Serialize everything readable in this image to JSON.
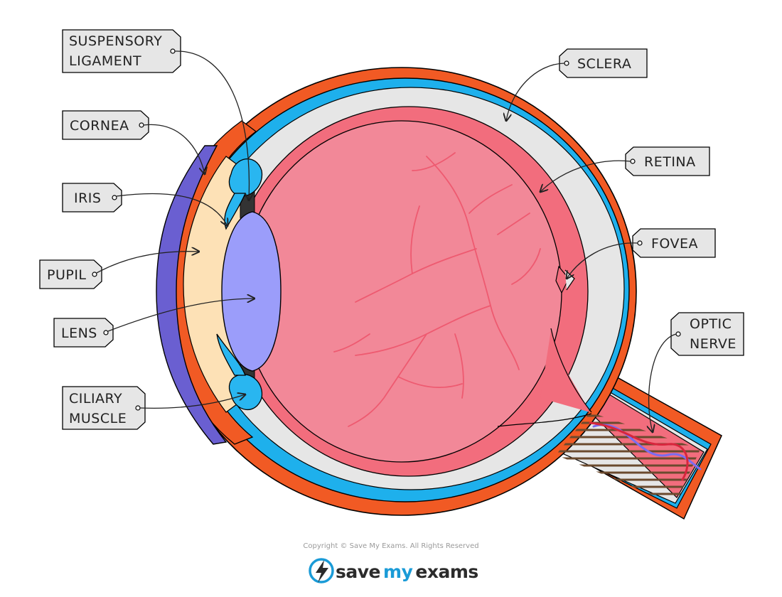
{
  "labels": {
    "suspensory": [
      "SUSPENSORY",
      "LIGAMENT"
    ],
    "cornea": "CORNEA",
    "iris": "IRIS",
    "pupil": "PUPIL",
    "lens": "LENS",
    "ciliary": [
      "CILIARY",
      "MUSCLE"
    ],
    "sclera": "SCLERA",
    "retina": "RETINA",
    "fovea": "FOVEA",
    "optic": [
      "OPTIC",
      "NERVE"
    ]
  },
  "footer": {
    "copyright": "Copyright © Save My Exams. All Rights Reserved",
    "brand_save": "save",
    "brand_my": "my",
    "brand_exams": "exams"
  },
  "colors": {
    "sclera": "#f15a24",
    "choroid": "#1eb0ec",
    "retina_gap": "#e6e6e6",
    "vitreous": "#f28898",
    "retina": "#f26d7d",
    "lens": "#9b9dfa",
    "cornea": "#6a5fd1",
    "aqueous": "#fde1b6",
    "ciliary": "#29b6f0",
    "nerve_stripes": "#6b4a2e",
    "label_bg": "#e6e6e6",
    "brand_teal": "#1a9bd7",
    "brand_dark": "#2b2b2b"
  }
}
